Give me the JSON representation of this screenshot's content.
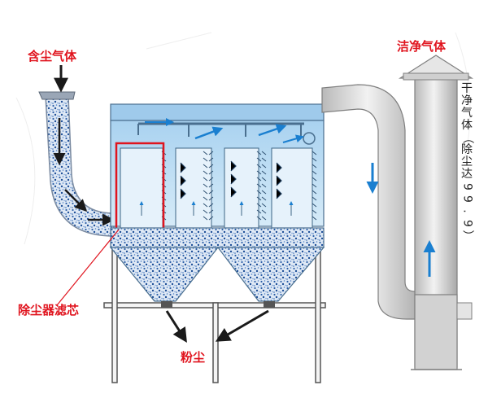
{
  "labels": {
    "inlet": "含尘气体",
    "outlet": "洁净气体",
    "filter": "除尘器滤芯",
    "dust": "粉尘"
  },
  "vertical_note": [
    "干",
    "净",
    "气",
    "体",
    "（",
    "除",
    "尘",
    "达",
    "9",
    "9",
    ".",
    "9",
    "）"
  ],
  "colors": {
    "label_red": "#e0141e",
    "housing_blue": "#c6e2f4",
    "arrow_blue": "#1a7fd0",
    "dust_blue": "#3a6fb0",
    "duct_grey": "#d8d8d8"
  }
}
